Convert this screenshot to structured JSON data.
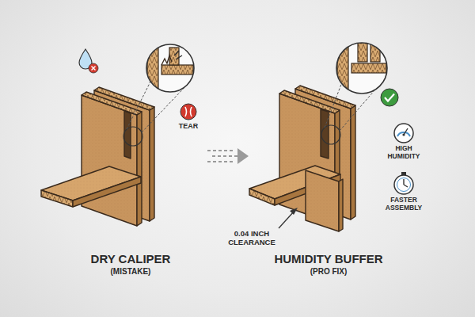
{
  "diagram": {
    "labels": [
      "TEAR",
      "DRY CALIPER",
      "(MISTAKE)",
      "HUMIDITY BUFFER",
      "(PRO FIX)",
      "0.04 INCH CLEARANCE",
      "HIGH HUMIDITY",
      "FASTER ASSEMBLY"
    ]
  }
}
